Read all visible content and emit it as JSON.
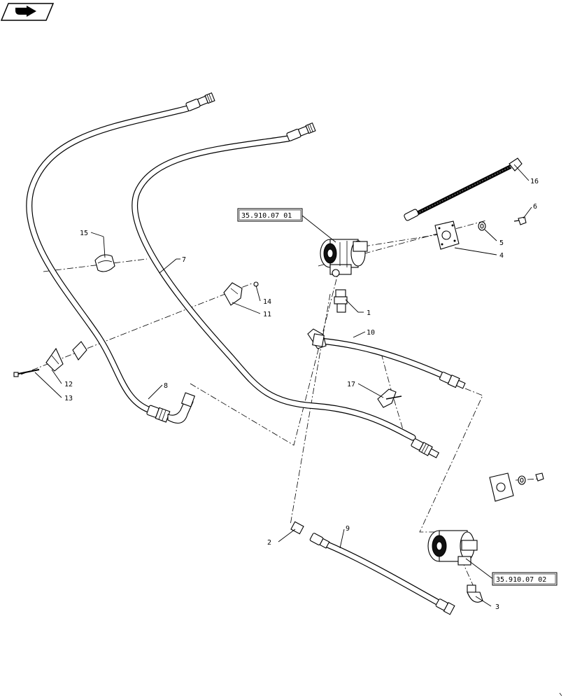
{
  "nav_icon": "arrow-right-icon",
  "callouts": {
    "c1": "1",
    "c2": "2",
    "c3": "3",
    "c4": "4",
    "c5": "5",
    "c6": "6",
    "c7": "7",
    "c8": "8",
    "c9": "9",
    "c10": "10",
    "c11": "11",
    "c12": "12",
    "c13": "13",
    "c14": "14",
    "c15": "15",
    "c16": "16",
    "c17": "17"
  },
  "references": {
    "ref_upper": "35.910.07 01",
    "ref_lower": "35.910.07 02"
  }
}
